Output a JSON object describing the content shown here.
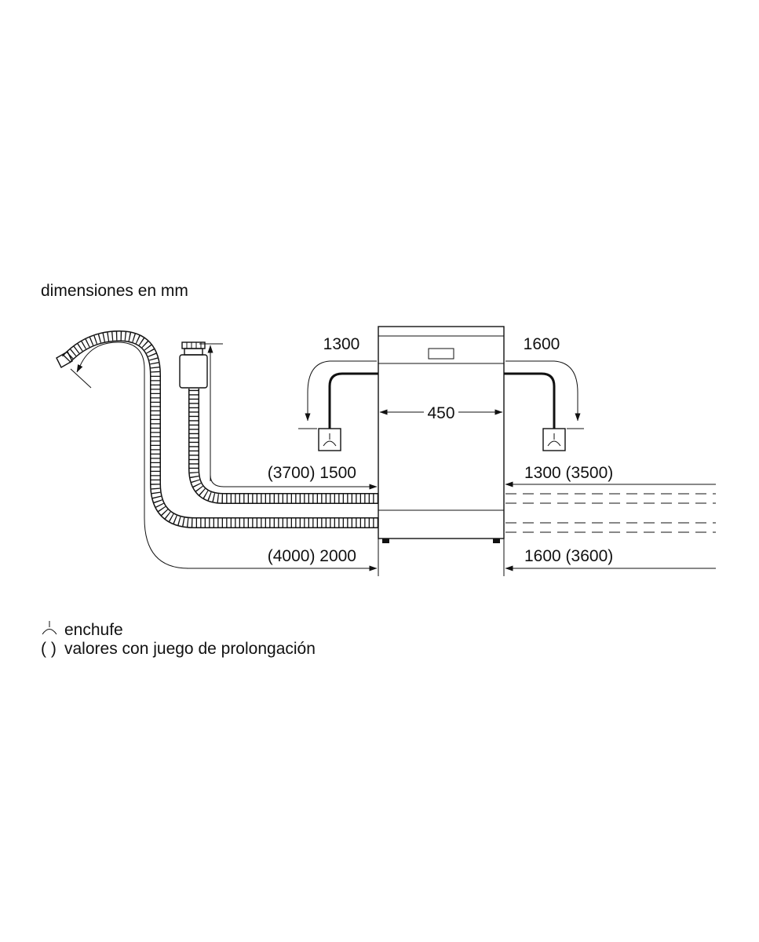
{
  "title": "dimensiones en mm",
  "dimensions": {
    "width": "450",
    "cable_left": "1300",
    "cable_right": "1600",
    "inlet_hose_left": "(3700) 1500",
    "drain_hose_left": "(4000) 2000",
    "inlet_hose_right": "1300 (3500)",
    "drain_hose_right": "1600 (3600)"
  },
  "legend": {
    "plug_symbol": "⅄",
    "plug_label": "enchufe",
    "parentheses_symbol": "( )",
    "parentheses_label": "valores con juego de prolongación"
  }
}
